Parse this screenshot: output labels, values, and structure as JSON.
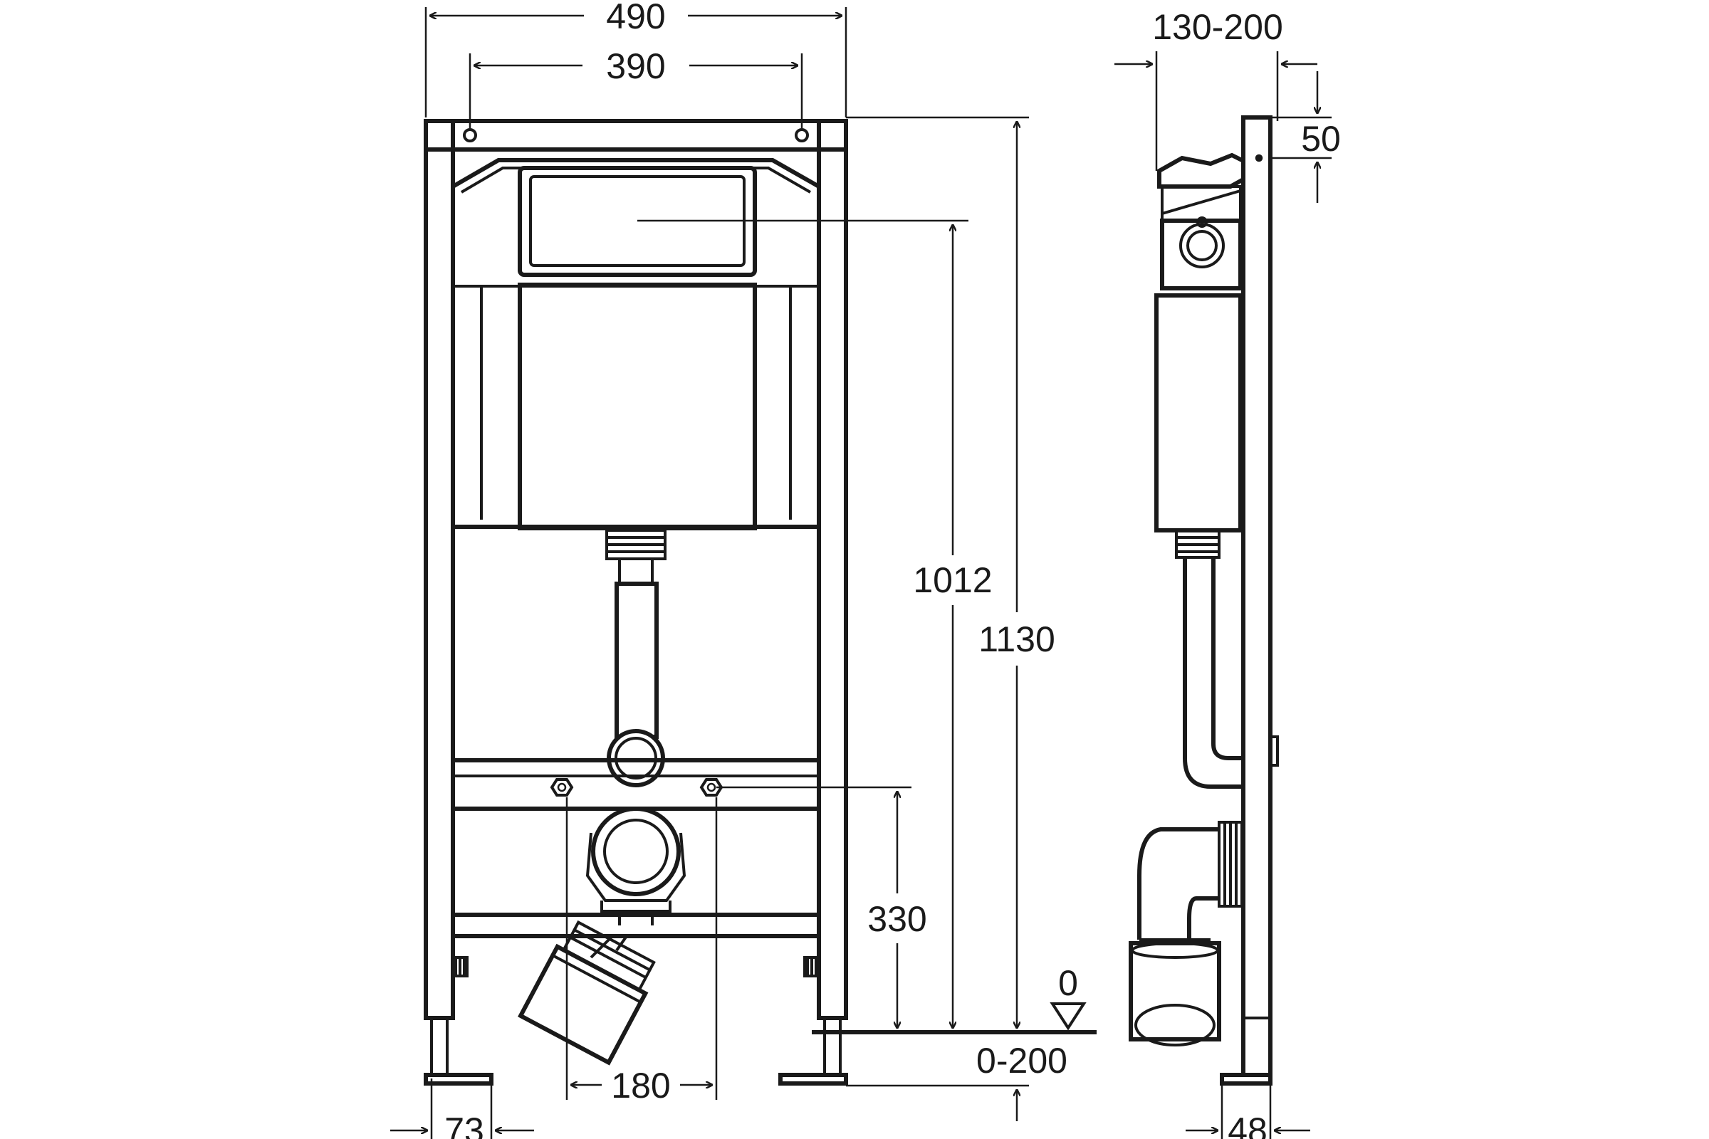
{
  "dimensions": {
    "overall_width": "490",
    "fixing_width": "390",
    "total_height": "1130",
    "plate_height": "1012",
    "fixing_height": "330",
    "floor_level": "0",
    "floor_adjust": "0-200",
    "bolt_spacing": "180",
    "foot_width": "73",
    "wall_depth": "130-200",
    "top_offset": "50",
    "side_foot": "48"
  },
  "icons": {
    "floor_marker": "triangle-down-icon"
  }
}
